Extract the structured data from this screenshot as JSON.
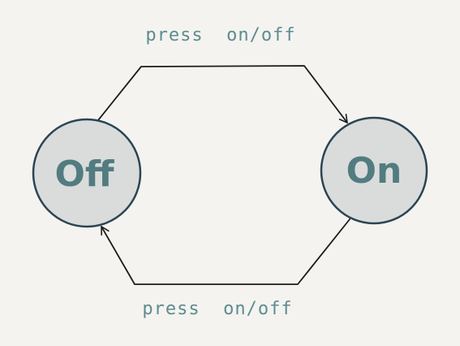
{
  "states": {
    "off": {
      "label": "Off"
    },
    "on": {
      "label": "On"
    }
  },
  "transitions": {
    "top": {
      "label": "press  on/off"
    },
    "bottom": {
      "label": "press  on/off"
    }
  },
  "colors": {
    "background": "#f4f3f0",
    "state_fill": "#d9dcdb",
    "state_stroke": "#2c4452",
    "state_text": "#527c80",
    "edge_stroke": "#1c1c1c",
    "edge_text": "#5e8c90"
  }
}
